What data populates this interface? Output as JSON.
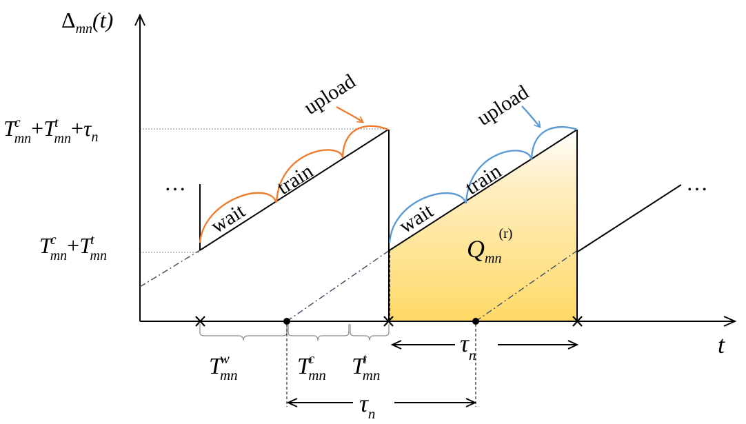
{
  "axes": {
    "y_label": {
      "main": "Δ",
      "sub": "mn",
      "paren": "(t)"
    },
    "x_label": "t"
  },
  "y_ticks": {
    "high": {
      "T": "T",
      "mn": "mn",
      "c": "c",
      "t": "t",
      "plus": "+",
      "tau": "τ",
      "n": "n"
    },
    "low": {
      "T": "T",
      "mn": "mn",
      "c": "c",
      "t": "t",
      "plus": "+"
    }
  },
  "curve_labels": {
    "wait": "wait",
    "train": "train",
    "upload": "upload"
  },
  "area_label": {
    "Q": "Q",
    "sub": "mn",
    "sup": "(r)"
  },
  "intervals": {
    "waiting": {
      "T": "T",
      "sup": "w",
      "sub": "mn"
    },
    "compute": {
      "T": "T",
      "sup": "c",
      "sub": "mn"
    },
    "transmit": {
      "T": "T",
      "sup": "t",
      "sub": "mn"
    },
    "period": {
      "tau": "τ",
      "sub": "n"
    }
  },
  "ellipsis": "…",
  "colors": {
    "orange": "#ED7D31",
    "blue": "#5B9BD5",
    "dashdot": "#44546A",
    "fill_top": "#FFFFFF",
    "fill_bottom": "#FFD966",
    "dotted": "#7F7F7F"
  }
}
